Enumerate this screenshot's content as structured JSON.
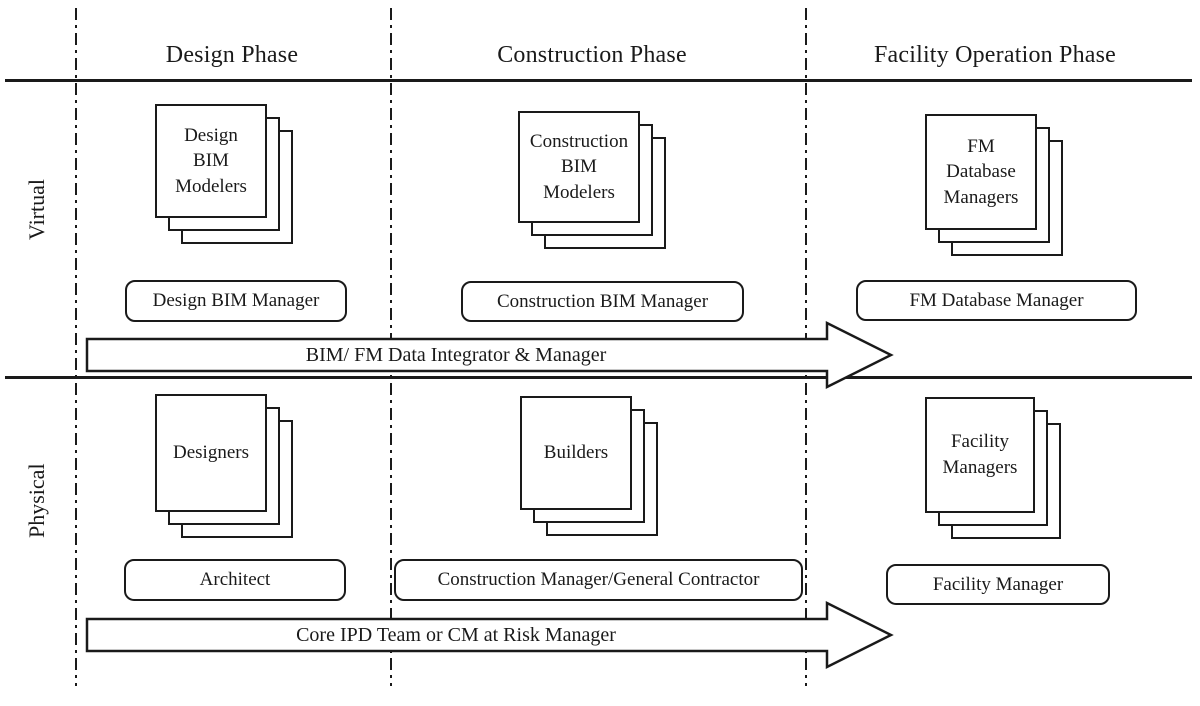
{
  "diagram": {
    "phase_headers": [
      {
        "label": "Design Phase"
      },
      {
        "label": "Construction Phase"
      },
      {
        "label": "Facility Operation Phase"
      }
    ],
    "axis_labels": {
      "virtual": "Virtual",
      "physical": "Physical"
    },
    "virtual": {
      "stacks": [
        {
          "label": "Design\nBIM\nModelers"
        },
        {
          "label": "Construction\nBIM\nModelers"
        },
        {
          "label": "FM\nDatabase\nManagers"
        }
      ],
      "manager_boxes": [
        {
          "label": "Design BIM Manager"
        },
        {
          "label": "Construction BIM Manager"
        },
        {
          "label": "FM Database Manager"
        }
      ],
      "arrow_label": "BIM/ FM Data Integrator & Manager"
    },
    "physical": {
      "stacks": [
        {
          "label": "Designers"
        },
        {
          "label": "Builders"
        },
        {
          "label": "Facility\nManagers"
        }
      ],
      "manager_boxes": [
        {
          "label": "Architect"
        },
        {
          "label": "Construction Manager/General Contractor"
        },
        {
          "label": "Facility Manager"
        }
      ],
      "arrow_label": "Core IPD Team or CM at Risk Manager"
    },
    "colors": {
      "ink": "#1a1a1a",
      "background": "#ffffff"
    }
  }
}
